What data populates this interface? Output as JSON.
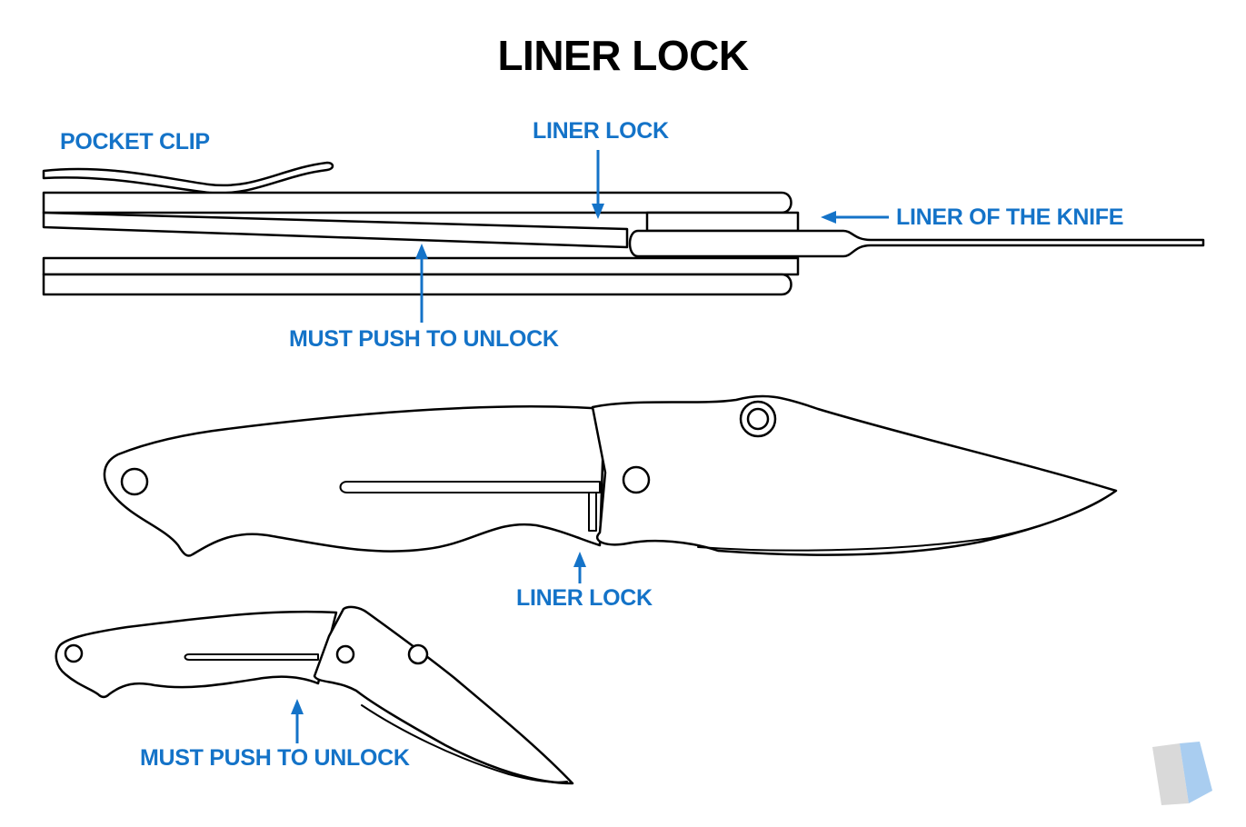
{
  "title": "LINER LOCK",
  "labels": {
    "pocket_clip": "POCKET CLIP",
    "liner_lock_top": "LINER LOCK",
    "liner_of_knife": "LINER OF THE KNIFE",
    "must_push_top": "MUST PUSH TO UNLOCK",
    "liner_lock_middle": "LINER LOCK",
    "must_push_bottom": "MUST PUSH TO UNLOCK"
  },
  "colors": {
    "label": "#1473c8",
    "outline": "#000000",
    "background": "#ffffff",
    "logo_gray": "#d9d9d9",
    "logo_blue": "#a9cdf0"
  },
  "icons": {
    "logo": "brand-logo-icon"
  }
}
